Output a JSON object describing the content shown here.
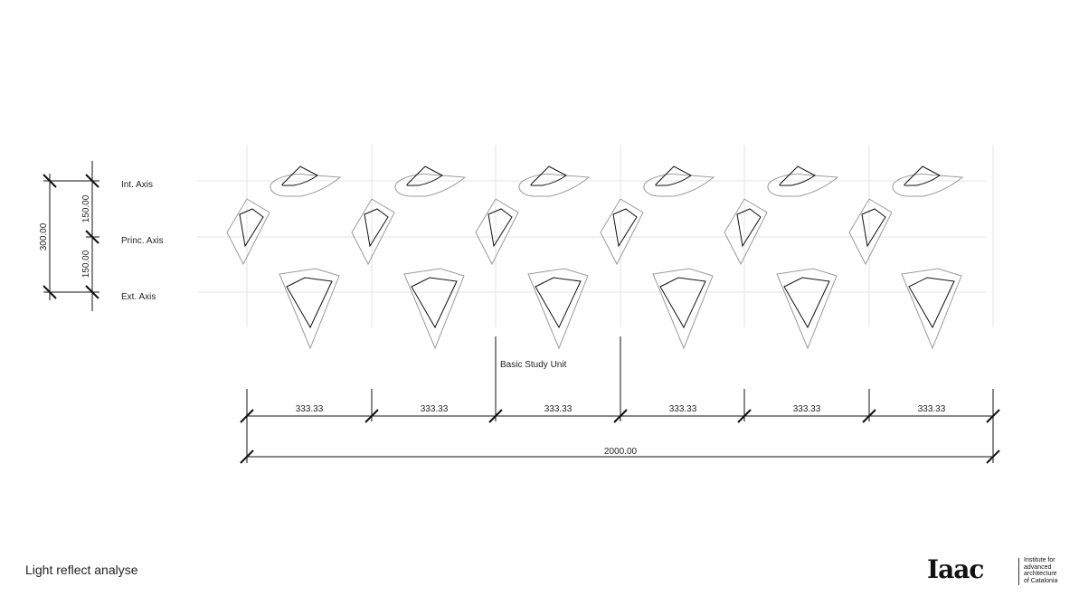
{
  "axes": {
    "int": "Int. Axis",
    "princ": "Princ. Axis",
    "ext": "Ext. Axis"
  },
  "dims": {
    "total_height": "300.00",
    "upper_half": "150.00",
    "lower_half": "150.00",
    "segment": "333.33",
    "total_width": "2000.00"
  },
  "unit_label": "Basic Study Unit",
  "caption": "Light reflect analyse",
  "logo": {
    "mark": "Iaac",
    "line1": "Institute for",
    "line2": "advanced",
    "line3": "architecture",
    "line4": "of Catalonia"
  },
  "colors": {
    "ink": "#111111",
    "outline": "#9a9a9a",
    "grid": "#e3e3e3"
  }
}
